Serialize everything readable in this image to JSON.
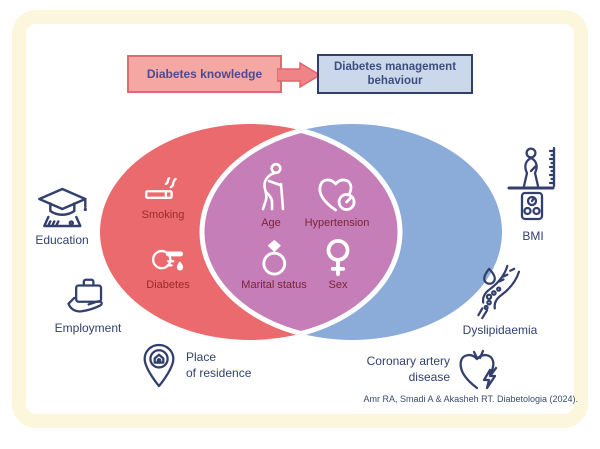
{
  "colors": {
    "frame_cream": "#fbf6dc",
    "card_white": "#ffffff",
    "left_circle": "#ea6a6e",
    "right_circle": "#8babd9",
    "overlap": "#c57eb8",
    "lens_border": "#ffffff",
    "knowledge_box_fill": "#f4a7a3",
    "knowledge_box_border": "#e06a70",
    "behaviour_box_fill": "#cbd8ec",
    "behaviour_box_border": "#2e3f68",
    "arrow_fill": "#ef8486",
    "arrow_border": "#e0666d",
    "navy_text": "#33406e",
    "red_label_text": "#9c2a28",
    "overlap_label_text": "#7b2438"
  },
  "flow": {
    "knowledge_label": "Diabetes knowledge",
    "behaviour_label": "Diabetes management behaviour"
  },
  "venn": {
    "left_items": [
      {
        "label": "Smoking",
        "icon": "cigarette-icon"
      },
      {
        "label": "Diabetes",
        "icon": "hand-blood-drop-icon"
      }
    ],
    "overlap_items": [
      {
        "label": "Age",
        "icon": "elderly-person-icon"
      },
      {
        "label": "Hypertension",
        "icon": "heart-gauge-icon"
      },
      {
        "label": "Marital status",
        "icon": "ring-icon"
      },
      {
        "label": "Sex",
        "icon": "female-symbol-icon"
      }
    ],
    "right_items": []
  },
  "outside_items": {
    "education": {
      "label": "Education",
      "icon": "graduation-cap-icon"
    },
    "employment": {
      "label": "Employment",
      "icon": "briefcase-hand-icon"
    },
    "place_of_residence": {
      "line1": "Place",
      "line2": "of residence",
      "icon": "house-pin-icon"
    },
    "bmi": {
      "label": "BMI",
      "icon": "body-scale-icon"
    },
    "dyslipidaemia": {
      "label": "Dyslipidaemia",
      "icon": "artery-lipids-icon"
    },
    "coronary_artery_disease": {
      "line1": "Coronary artery",
      "line2": "disease",
      "icon": "heart-bolt-icon"
    }
  },
  "citation": "Amr RA, Smadi A & Akasheh RT. Diabetologia (2024)."
}
